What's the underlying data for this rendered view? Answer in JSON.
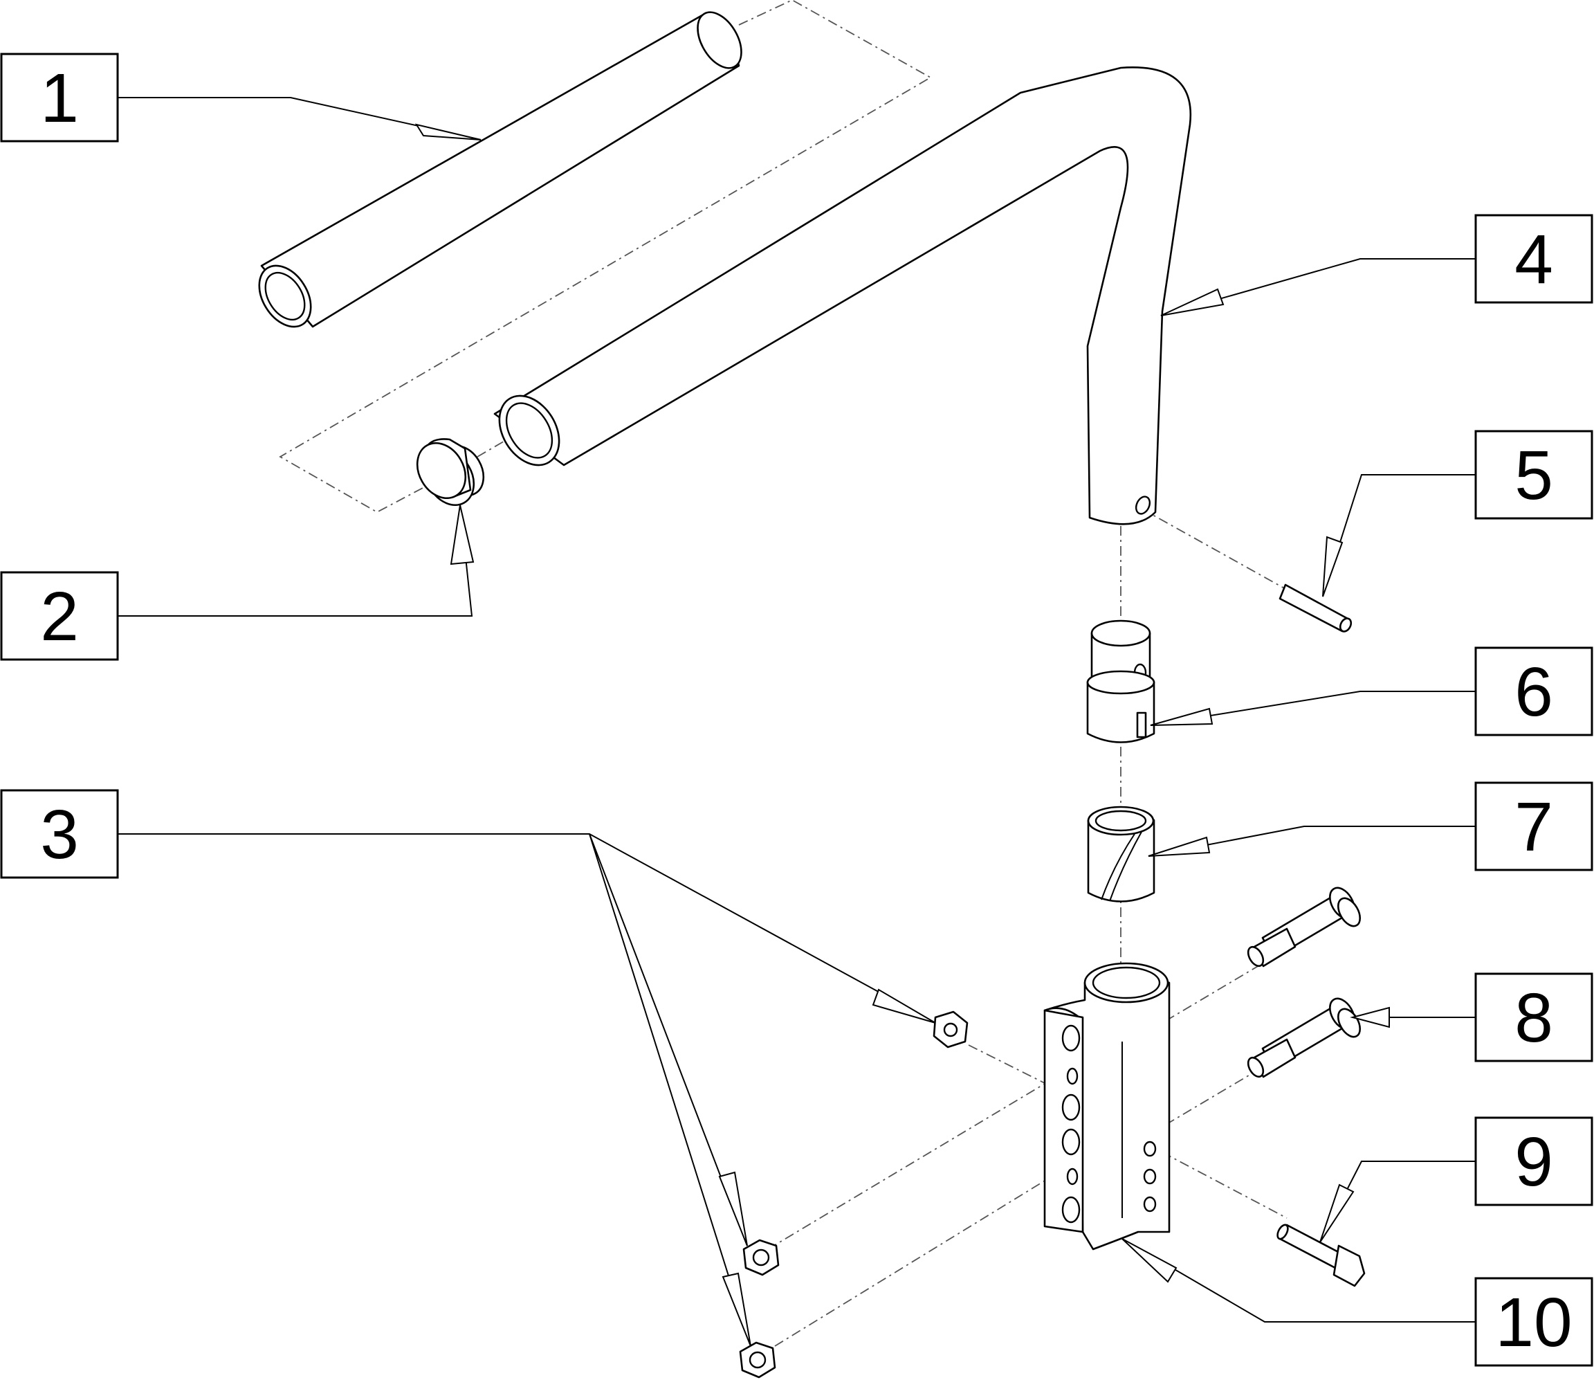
{
  "diagram": {
    "type": "exploded-parts-view",
    "callouts": [
      {
        "id": "1",
        "label": "1"
      },
      {
        "id": "2",
        "label": "2"
      },
      {
        "id": "3",
        "label": "3"
      },
      {
        "id": "4",
        "label": "4"
      },
      {
        "id": "5",
        "label": "5"
      },
      {
        "id": "6",
        "label": "6"
      },
      {
        "id": "7",
        "label": "7"
      },
      {
        "id": "8",
        "label": "8"
      },
      {
        "id": "9",
        "label": "9"
      },
      {
        "id": "10",
        "label": "10"
      }
    ],
    "colors": {
      "line": "#000000",
      "background": "#ffffff",
      "phantom": "#555555"
    }
  }
}
